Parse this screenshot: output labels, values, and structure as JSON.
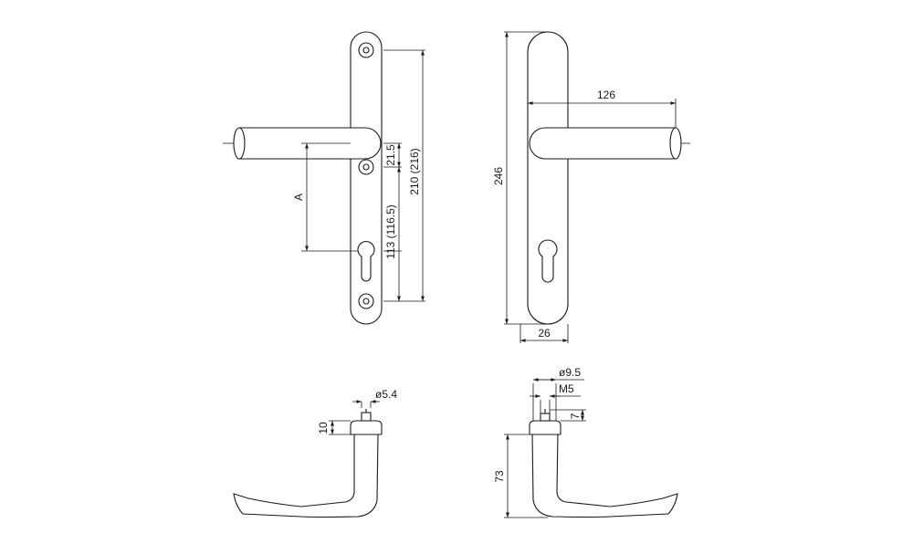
{
  "dimensions": {
    "d_21_5": "21.5",
    "d_210_216": "210 (216)",
    "d_113_116_5": "113 (116.5)",
    "d_a": "A",
    "d_246": "246",
    "d_126": "126",
    "d_26": "26",
    "d_dia_5_4": "ø5.4",
    "d_10": "10",
    "d_dia_9_5": "ø9.5",
    "d_m5": "M5",
    "d_7": "7",
    "d_73": "73"
  },
  "colors": {
    "line": "#1a1a1a",
    "background": "#ffffff"
  }
}
